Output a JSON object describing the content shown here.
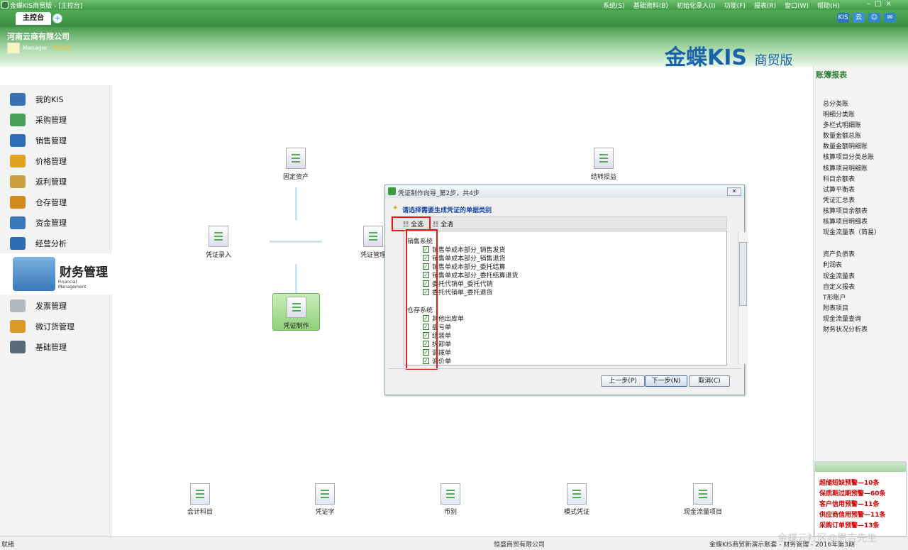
{
  "window": {
    "title": "金蝶KIS商贸版 - [主控台]",
    "menus": [
      "系统(S)",
      "基础资料(B)",
      "初始化录入(I)",
      "功能(F)",
      "报表(R)",
      "窗口(W)",
      "帮助(H)"
    ],
    "controls": [
      "–",
      "□",
      "×"
    ]
  },
  "tabs": {
    "main_tab": "主控台",
    "add_tab": "+"
  },
  "top_icons": [
    "KIS",
    "云",
    "☺",
    "✉"
  ],
  "header": {
    "company": "河南云商有限公司",
    "user": "Manager",
    "login_status": "（未登录）",
    "brand": "金蝶KIS",
    "edition": "商贸版"
  },
  "sidebar": {
    "items": [
      {
        "label": "我的KIS",
        "icon": "monitor-icon",
        "color": "#3a6fb0"
      },
      {
        "label": "采购管理",
        "icon": "purchase-icon",
        "color": "#4aa05a"
      },
      {
        "label": "销售管理",
        "icon": "sales-icon",
        "color": "#2f6fb5"
      },
      {
        "label": "价格管理",
        "icon": "price-icon",
        "color": "#e2a020"
      },
      {
        "label": "返利管理",
        "icon": "rebate-icon",
        "color": "#c9a040"
      },
      {
        "label": "仓存管理",
        "icon": "warehouse-icon",
        "color": "#d08a20"
      },
      {
        "label": "资金管理",
        "icon": "funds-icon",
        "color": "#3b79b6"
      },
      {
        "label": "经营分析",
        "icon": "analysis-icon",
        "color": "#2d6eb0"
      }
    ],
    "active": {
      "label": "财务管理",
      "sub": "Financial Management"
    },
    "items_after": [
      {
        "label": "发票管理",
        "icon": "invoice-icon",
        "color": "#b0b8c0"
      },
      {
        "label": "微订货管理",
        "icon": "order-icon",
        "color": "#d99a2a"
      },
      {
        "label": "基础管理",
        "icon": "base-icon",
        "color": "#5a6a78"
      }
    ]
  },
  "flow": {
    "fixed_assets": "固定资产",
    "transfer_pl": "结转损益",
    "voucher_entry": "凭证录入",
    "voucher_manage": "凭证管理",
    "voucher_make": "凭证制作"
  },
  "bottom_items": [
    "会计科目",
    "凭证字",
    "币别",
    "模式凭证",
    "现金流量项目"
  ],
  "right_panel": {
    "title": "账簿报表",
    "group1": [
      "总分类账",
      "明细分类账",
      "多栏式明细账",
      "数量金额总账",
      "数量金额明细账",
      "核算项目分类总账",
      "核算项目明细账",
      "科目余额表",
      "试算平衡表",
      "凭证汇总表",
      "核算项目余额表",
      "核算项目明细表",
      "现金流量表（简易）"
    ],
    "group2": [
      "资产负债表",
      "利润表",
      "现金流量表",
      "自定义报表",
      "T形账户",
      "附表项目",
      "现金流量查询",
      "财务状况分析表"
    ],
    "alerts": [
      "超储短缺预警—10条",
      "保质期过期预警—60条",
      "客户信用预警—11条",
      "供应商信用预警—11条",
      "采购订单预警—13条"
    ]
  },
  "dialog": {
    "title": "凭证制作向导_第2步，共4步",
    "hint": "请选择需要生成凭证的单据类别",
    "select_all": "全选",
    "clear_all": "全清",
    "groups": [
      {
        "name": "销售系统",
        "items": [
          "销售单成本部分_销售发货",
          "销售单成本部分_销售退货",
          "销售单成本部分_委托结算",
          "销售单成本部分_委托结算退货",
          "委托代销单_委托代销",
          "委托代销单_委托退货"
        ]
      },
      {
        "name": "仓存系统",
        "items": [
          "其他出库单",
          "盘亏单",
          "组装单",
          "拆卸单",
          "调拨单",
          "调价单"
        ]
      }
    ],
    "buttons": {
      "prev": "上一步(P)",
      "next": "下一步(N)",
      "cancel": "取消(C)"
    }
  },
  "status": {
    "left": "就绪",
    "company": "恒盛商贸有限公司",
    "right": "金蝶KIS商贸新演示账套 - 财务管理 - 2016年第3期"
  },
  "watermark": "金蝶云社区@思吉先生",
  "colors": {
    "accent_green": "#3f9a46",
    "alert_red": "#cc0000",
    "highlight_red": "#e21b1b",
    "brand_blue": "#1a63a8"
  }
}
